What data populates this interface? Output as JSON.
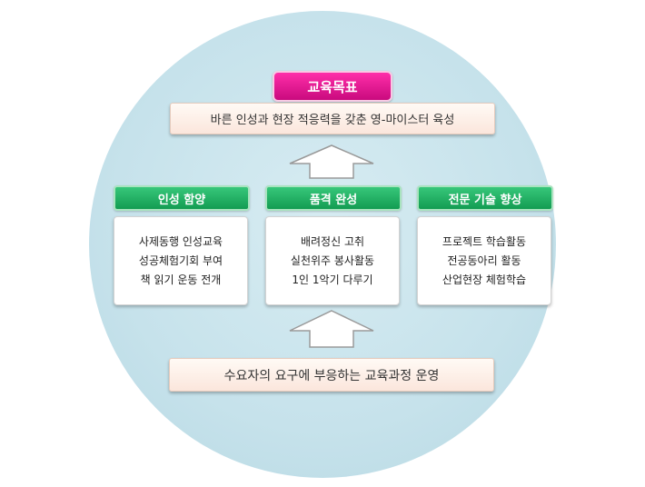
{
  "goal": {
    "label": "교육목표",
    "text": "바른 인성과 현장 적응력을 갖춘 영-마이스터 육성"
  },
  "columns": [
    {
      "title": "인성 함양",
      "items": [
        "사제동행 인성교육",
        "성공체험기회 부여",
        "책 읽기 운동 전개"
      ]
    },
    {
      "title": "품격 완성",
      "items": [
        "배려정신 고취",
        "실천위주 봉사활동",
        "1인 1악기 다루기"
      ]
    },
    {
      "title": "전문 기술 향상",
      "items": [
        "프로젝트 학습활동",
        "전공동아리 활동",
        "산업현장 체험학습"
      ]
    }
  ],
  "base": {
    "text": "수요자의 요구에 부응하는 교육과정 운영"
  },
  "colors": {
    "circle": "#c6e2eb",
    "goal_pill": "#e0148f",
    "column_header": "#1fae5f",
    "peach_box": "#fbe6dc"
  }
}
